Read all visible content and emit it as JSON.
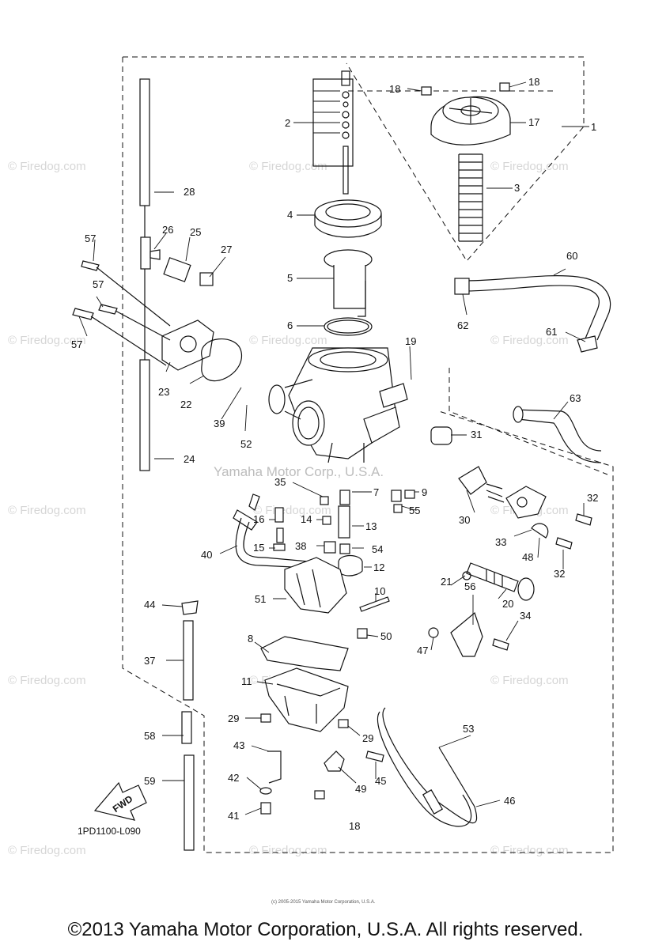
{
  "diagram_code": "1PD1100-L090",
  "fwd_label": "FWD",
  "copyright": "©2013 Yamaha Motor Corporation, U.S.A. All rights reserved.",
  "small_copyright": "(c) 2005-2015 Yamaha Motor Corporation, U.S.A.",
  "center_watermark": "Yamaha Motor Corp., U.S.A.",
  "watermark": "© Firedog.com",
  "callouts": [
    "1",
    "2",
    "3",
    "4",
    "5",
    "6",
    "7",
    "8",
    "9",
    "10",
    "11",
    "12",
    "13",
    "14",
    "15",
    "16",
    "17",
    "18",
    "18",
    "18",
    "19",
    "20",
    "21",
    "22",
    "23",
    "24",
    "25",
    "26",
    "27",
    "28",
    "29",
    "29",
    "30",
    "31",
    "32",
    "32",
    "33",
    "34",
    "35",
    "37",
    "38",
    "39",
    "40",
    "41",
    "42",
    "43",
    "44",
    "45",
    "46",
    "47",
    "48",
    "49",
    "50",
    "51",
    "52",
    "53",
    "54",
    "55",
    "56",
    "57",
    "57",
    "57",
    "58",
    "59",
    "60",
    "61",
    "62",
    "63"
  ]
}
